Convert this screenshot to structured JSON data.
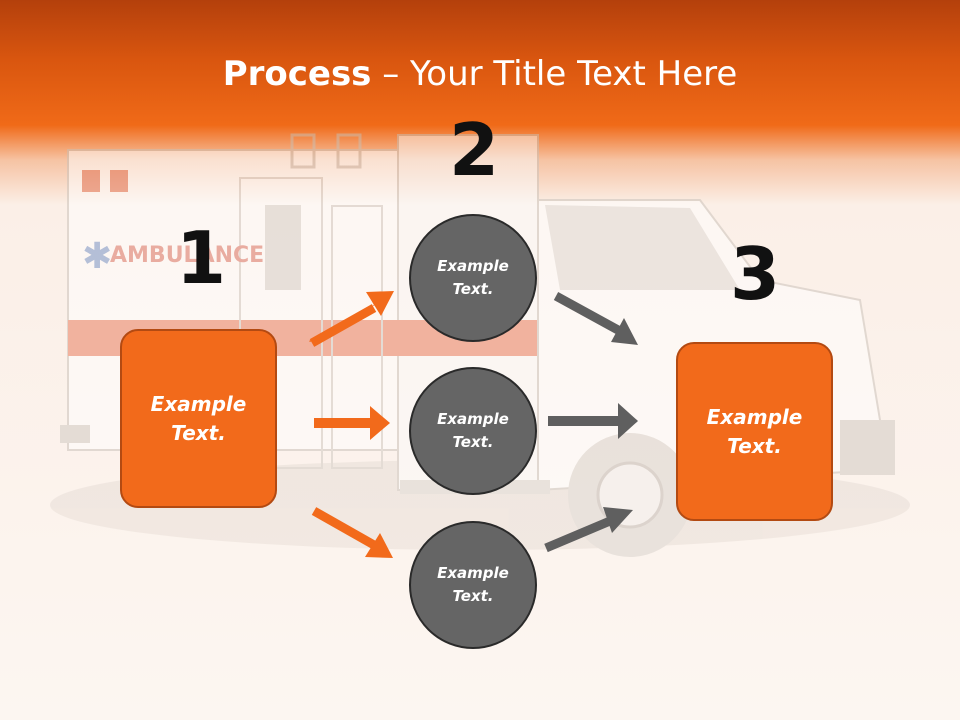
{
  "slide": {
    "title_bold": "Process",
    "title_rest": " – Your Title Text Here"
  },
  "steps": {
    "one": "1",
    "two": "2",
    "three": "3"
  },
  "left_box": {
    "line1": "Example",
    "line2": "Text."
  },
  "circles": [
    {
      "line1": "Example",
      "line2": "Text."
    },
    {
      "line1": "Example",
      "line2": "Text."
    },
    {
      "line1": "Example",
      "line2": "Text."
    }
  ],
  "right_box": {
    "line1": "Example",
    "line2": "Text."
  },
  "colors": {
    "accent_orange": "#f26a1b",
    "circle_gray": "#656565",
    "arrow_gray": "#5f5f5f"
  },
  "background_image": "ambulance"
}
